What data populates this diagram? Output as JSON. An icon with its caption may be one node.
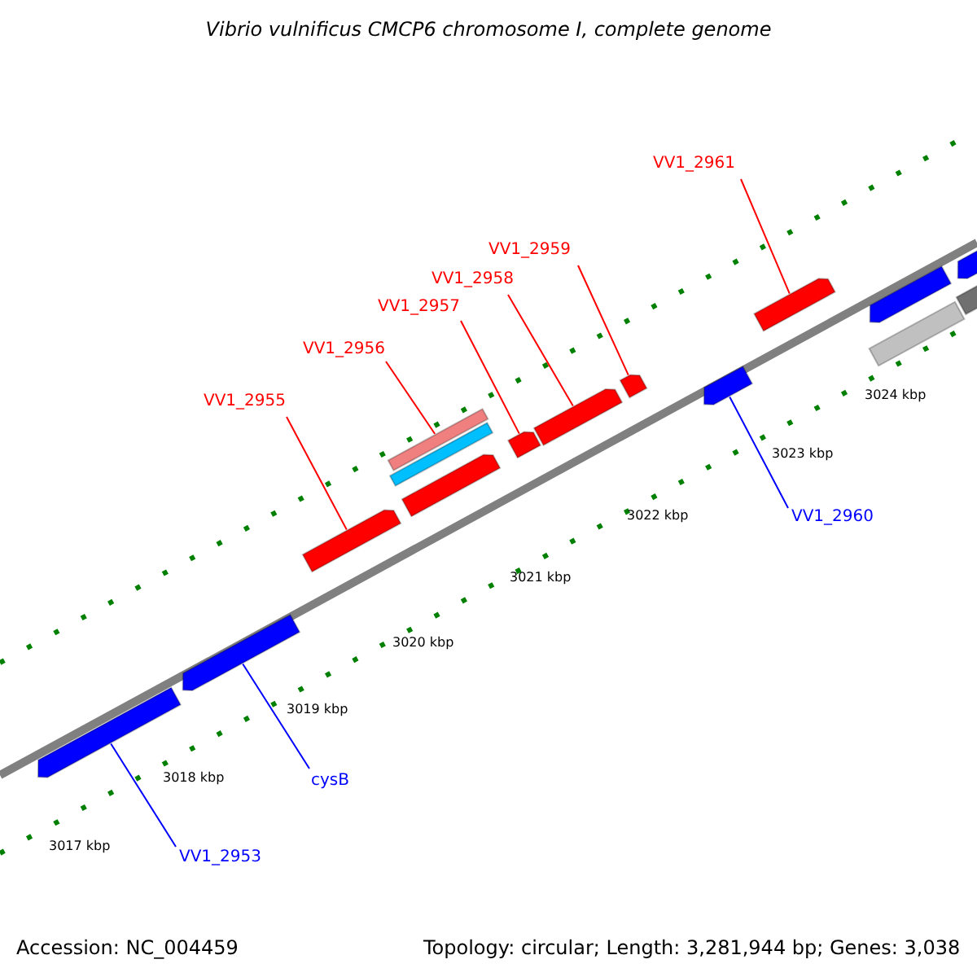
{
  "diagram": {
    "title": "Vibrio vulnificus CMCP6 chromosome I, complete genome",
    "nodes": [
      {
        "text": [
          "VV1_2961"
        ]
      },
      {
        "text": [
          "VV1_2959"
        ]
      },
      {
        "text": [
          "VV1_2958"
        ]
      },
      {
        "text": [
          "VV1_2957"
        ]
      },
      {
        "text": [
          "VV1_2956"
        ]
      },
      {
        "text": [
          "VV1_2955"
        ]
      },
      {
        "text": [
          "VV1_2960"
        ]
      },
      {
        "text": [
          "cysB"
        ]
      },
      {
        "text": [
          "VV1_2953"
        ]
      },
      {
        "text": [],
        "shape": "arrow"
      },
      {
        "text": [],
        "shape": "arrow"
      },
      {
        "text": [],
        "shape": "arrow"
      },
      {
        "text": [],
        "shape": "bar"
      },
      {
        "text": [],
        "shape": "bar"
      },
      {
        "text": [],
        "shape": "arrow"
      },
      {
        "text": [],
        "shape": "arrow"
      },
      {
        "text": [],
        "shape": "arrow"
      },
      {
        "text": [],
        "shape": "arrow"
      },
      {
        "text": [],
        "shape": "arrow"
      },
      {
        "text": [],
        "shape": "arrow"
      },
      {
        "text": [],
        "shape": "arrow"
      },
      {
        "text": [],
        "shape": "bar"
      },
      {
        "text": [],
        "shape": "bar"
      },
      {
        "text": [],
        "shape": "arrow"
      }
    ],
    "edges": [
      {
        "from": 0,
        "to": 19,
        "arrow": "none"
      },
      {
        "from": 1,
        "to": 17,
        "arrow": "none"
      },
      {
        "from": 2,
        "to": 16,
        "arrow": "none"
      },
      {
        "from": 3,
        "to": 15,
        "arrow": "none"
      },
      {
        "from": 4,
        "to": 12,
        "arrow": "none"
      },
      {
        "from": 5,
        "to": 11,
        "arrow": "none"
      },
      {
        "from": 6,
        "to": 18,
        "arrow": "none",
        "color": "#0000ff"
      },
      {
        "from": 7,
        "to": 10,
        "arrow": "none",
        "color": "#0000ff"
      },
      {
        "from": 8,
        "to": 9,
        "arrow": "none",
        "color": "#0000ff"
      }
    ],
    "labels": [
      "3024 kbp",
      "3023 kbp",
      "3022 kbp",
      "3021 kbp",
      "3020 kbp",
      "3019 kbp",
      "3018 kbp",
      "3017 kbp",
      "Accession: NC_004459",
      "Topology: circular; Length: 3,281,944 bp; Genes: 3,038"
    ]
  }
}
